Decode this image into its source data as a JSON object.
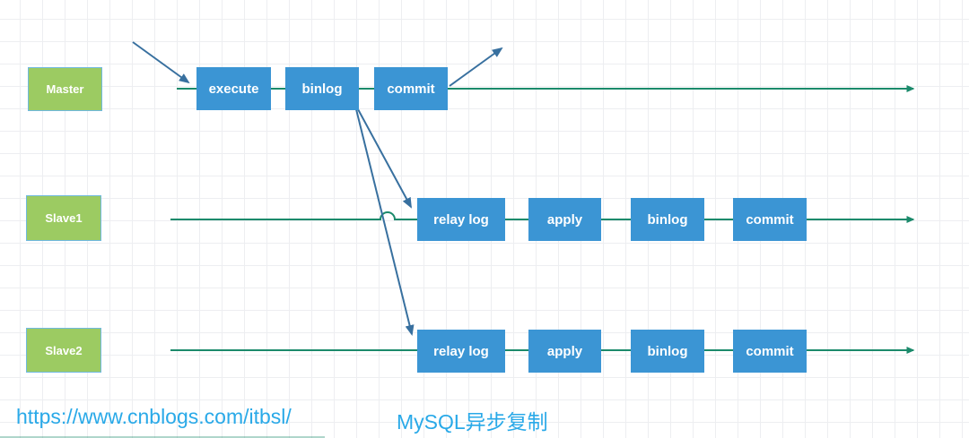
{
  "diagram": {
    "title": "MySQL异步复制",
    "source_url": "https://www.cnblogs.com/itbsl/",
    "lanes": [
      {
        "label": "Master",
        "steps": [
          "execute",
          "binlog",
          "commit"
        ]
      },
      {
        "label": "Slave1",
        "steps": [
          "relay log",
          "apply",
          "binlog",
          "commit"
        ]
      },
      {
        "label": "Slave2",
        "steps": [
          "relay log",
          "apply",
          "binlog",
          "commit"
        ]
      }
    ],
    "colors": {
      "step_box_blue": "#3b95d4",
      "lane_box_green": "#9ccb62",
      "lane_box_border": "#6fb9de",
      "timeline_teal": "#1b8a6b",
      "arrow_blue": "#38709f",
      "caption_blue": "#29a9e8",
      "grid_line": "#edeef1"
    }
  }
}
